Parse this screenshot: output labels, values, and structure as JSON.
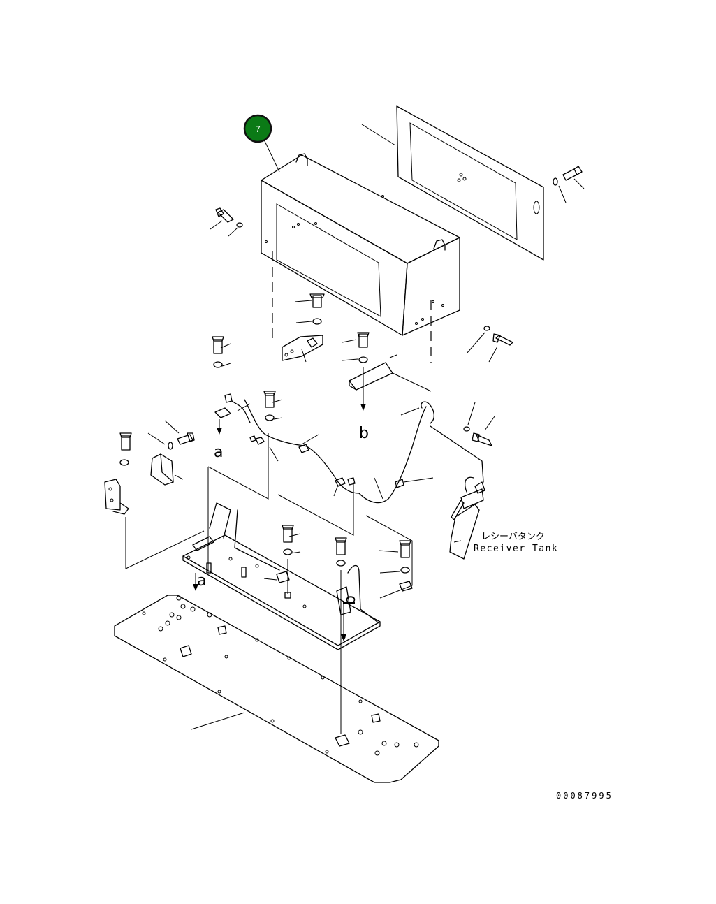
{
  "callout": {
    "number": "7",
    "fill_color": "#0b7a16",
    "ring_color": "#111111"
  },
  "labels": {
    "ref_a_upper": "a",
    "ref_a_lower": "a",
    "ref_b_upper": "b",
    "ref_b_lower": "b",
    "receiver_tank_jp": "レシーバタンク",
    "receiver_tank_en": "Receiver Tank"
  },
  "drawing_number": "00087995"
}
